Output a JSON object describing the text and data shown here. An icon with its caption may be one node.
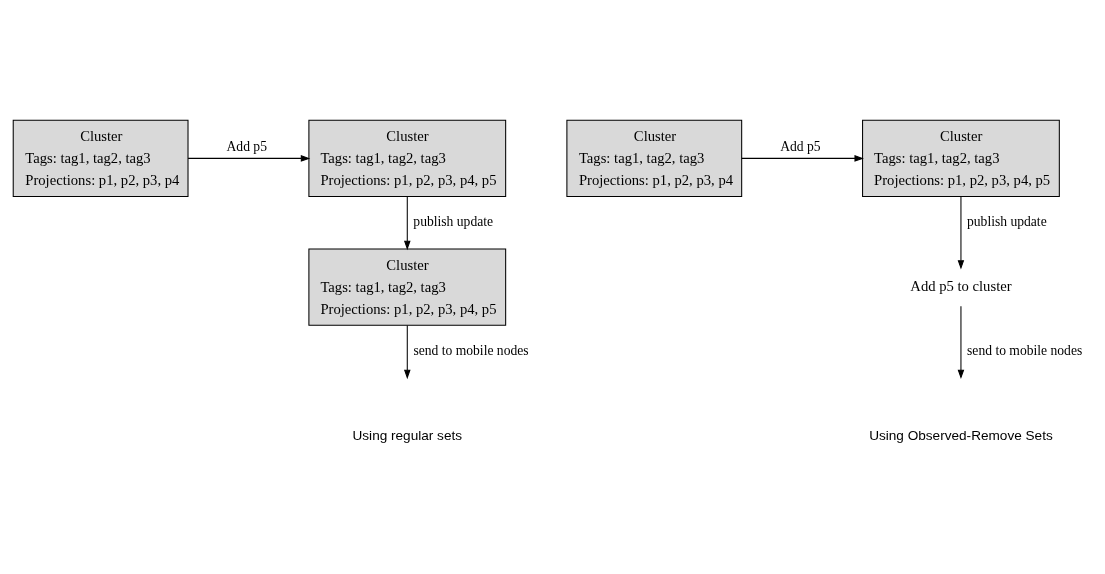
{
  "diagram": {
    "nodes": [
      {
        "text": [
          "Cluster",
          "Tags: tag1, tag2, tag3",
          "Projections: p1, p2, p3, p4"
        ]
      },
      {
        "text": [
          "Cluster",
          "Tags: tag1, tag2, tag3",
          "Projections: p1, p2, p3, p4, p5"
        ]
      },
      {
        "text": [
          "Cluster",
          "Tags: tag1, tag2, tag3",
          "Projections: p1, p2, p3, p4, p5"
        ]
      },
      {
        "text": [
          "Cluster",
          "Tags: tag1, tag2, tag3",
          "Projections: p1, p2, p3, p4"
        ]
      },
      {
        "text": [
          "Cluster",
          "Tags: tag1, tag2, tag3",
          "Projections: p1, p2, p3, p4, p5"
        ]
      },
      {
        "text": [
          "Add p5 to cluster"
        ]
      }
    ],
    "edges": [
      {
        "from": 0,
        "to": 1,
        "arrow": "to",
        "label": "Add p5"
      },
      {
        "from": 1,
        "to": 2,
        "arrow": "to",
        "label": "publish update"
      },
      {
        "from": 2,
        "to": null,
        "arrow": "to",
        "label": "send to mobile nodes"
      },
      {
        "from": 3,
        "to": 4,
        "arrow": "to",
        "label": "Add p5"
      },
      {
        "from": 4,
        "to": 5,
        "arrow": "to",
        "label": "publish update"
      },
      {
        "from": 5,
        "to": null,
        "arrow": "to",
        "label": "send to mobile nodes"
      }
    ],
    "labels": [
      "Using regular sets",
      "Using Observed-Remove Sets"
    ]
  }
}
